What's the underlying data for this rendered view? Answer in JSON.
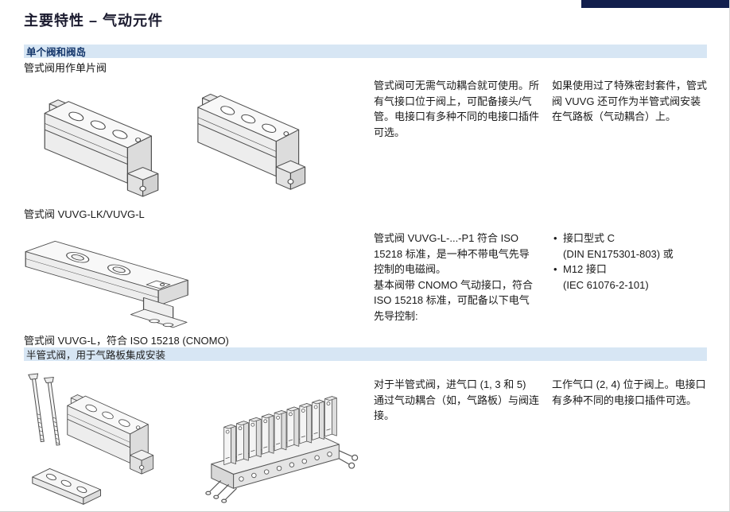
{
  "header": {
    "title": "主要特性 – 气动元件"
  },
  "section_single": {
    "bar_label": "单个阀和阀岛",
    "sub_label": "管式阀用作单片阀",
    "row1": {
      "para_left": "管式阀可无需气动耦合就可使用。所有气接口位于阀上，可配备接头/气管。电接口有多种不同的电接口插件可选。",
      "para_right": "如果使用过了特殊密封套件，管式阀 VUVG 还可作为半管式阀安装在气路板（气动耦合）上。",
      "caption": "管式阀 VUVG-LK/VUVG-L"
    },
    "row2": {
      "para1": "管式阀 VUVG-L-...-P1 符合 ISO 15218 标准，是一种不带电气先导控制的电磁阀。",
      "para2": "基本阀带 CNOMO 气动接口，符合 ISO 15218 标准，可配备以下电气先导控制:",
      "bullets": [
        {
          "line1": "接口型式 C",
          "line2": "(DIN EN175301-803) 或"
        },
        {
          "line1": "M12 接口",
          "line2": "(IEC 61076-2-101)"
        }
      ],
      "caption": "管式阀 VUVG-L，符合 ISO 15218 (CNOMO)"
    }
  },
  "section_semi": {
    "bar_label": "半管式阀，用于气路板集成安装",
    "row": {
      "para_left": "对于半管式阀，进气口 (1, 3 和 5) 通过气动耦合（如，气路板）与阀连接。",
      "para_right": "工作气口 (2, 4) 位于阀上。电接口有多种不同的电接口插件可选。"
    }
  },
  "colors": {
    "accent_navy": "#121f4d",
    "section_bar_bg": "#d7e6f4",
    "section_bar_text": "#14366b",
    "body_text": "#1a1a1a"
  }
}
